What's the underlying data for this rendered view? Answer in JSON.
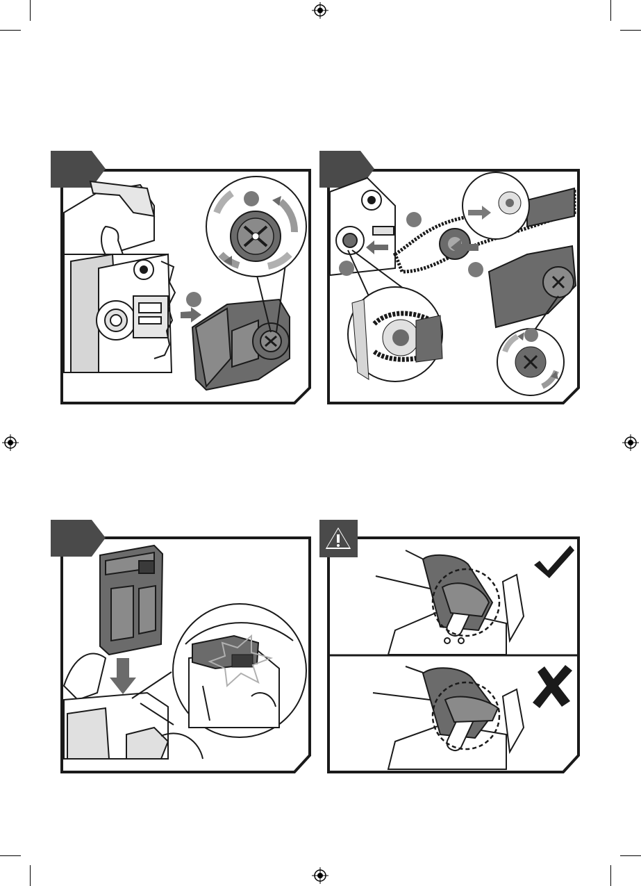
{
  "page": {
    "panels": [
      {
        "id": "panel-1",
        "tab": "",
        "callouts": [
          "",
          ""
        ]
      },
      {
        "id": "panel-2",
        "tab": "",
        "callouts": [
          "",
          "",
          "",
          "",
          ""
        ]
      },
      {
        "id": "panel-3",
        "tab": ""
      },
      {
        "id": "panel-4",
        "tab": "warning",
        "rows": [
          "correct-grip",
          "incorrect-grip"
        ]
      }
    ],
    "symbols": {
      "correct": "check-mark-icon",
      "incorrect": "cross-mark-icon",
      "warning": "warning-triangle-icon"
    },
    "colors": {
      "line": "#1a1a1a",
      "tab": "#4a4a4a",
      "callout": "#7a7a7a",
      "part_dark": "#6b6b6b",
      "part_mid": "#a9a9a9",
      "part_light": "#d9d9d9"
    }
  }
}
